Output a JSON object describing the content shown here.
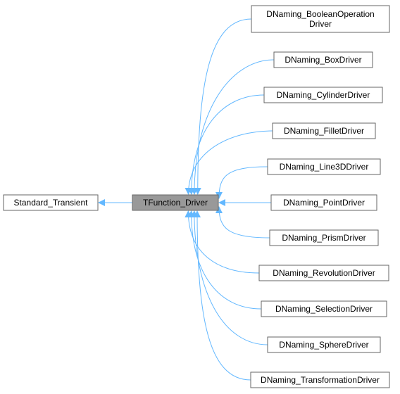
{
  "colors": {
    "edge": "#63B8FF",
    "node_border": "#666666",
    "node_fill": "#ffffff",
    "focus_fill": "#999999",
    "text": "#000000"
  },
  "nodes": [
    {
      "id": "tfunction",
      "lines": [
        "TFunction_Driver"
      ],
      "focus": true
    },
    {
      "id": "standard",
      "lines": [
        "Standard_Transient"
      ]
    },
    {
      "id": "boolean",
      "lines": [
        "DNaming_BooleanOperation",
        "Driver"
      ]
    },
    {
      "id": "box",
      "lines": [
        "DNaming_BoxDriver"
      ]
    },
    {
      "id": "cylinder",
      "lines": [
        "DNaming_CylinderDriver"
      ]
    },
    {
      "id": "fillet",
      "lines": [
        "DNaming_FilletDriver"
      ]
    },
    {
      "id": "line3d",
      "lines": [
        "DNaming_Line3DDriver"
      ]
    },
    {
      "id": "point",
      "lines": [
        "DNaming_PointDriver"
      ]
    },
    {
      "id": "prism",
      "lines": [
        "DNaming_PrismDriver"
      ]
    },
    {
      "id": "revolution",
      "lines": [
        "DNaming_RevolutionDriver"
      ]
    },
    {
      "id": "selection",
      "lines": [
        "DNaming_SelectionDriver"
      ]
    },
    {
      "id": "sphere",
      "lines": [
        "DNaming_SphereDriver"
      ]
    },
    {
      "id": "transformation",
      "lines": [
        "DNaming_TransformationDriver"
      ]
    }
  ],
  "edges": [
    {
      "from": "tfunction",
      "to": "standard"
    },
    {
      "from": "boolean",
      "to": "tfunction"
    },
    {
      "from": "box",
      "to": "tfunction"
    },
    {
      "from": "cylinder",
      "to": "tfunction"
    },
    {
      "from": "fillet",
      "to": "tfunction"
    },
    {
      "from": "line3d",
      "to": "tfunction"
    },
    {
      "from": "point",
      "to": "tfunction"
    },
    {
      "from": "prism",
      "to": "tfunction"
    },
    {
      "from": "revolution",
      "to": "tfunction"
    },
    {
      "from": "selection",
      "to": "tfunction"
    },
    {
      "from": "sphere",
      "to": "tfunction"
    },
    {
      "from": "transformation",
      "to": "tfunction"
    }
  ]
}
